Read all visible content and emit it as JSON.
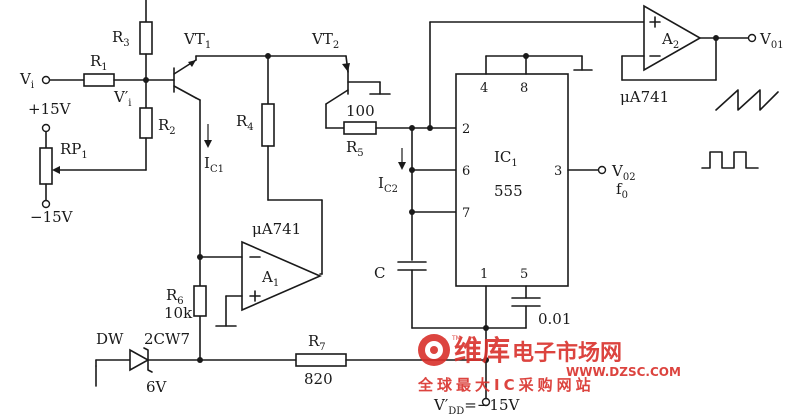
{
  "labels": {
    "vi": "V",
    "vi_sub": "i",
    "vip": "V′",
    "vip_sub": "i",
    "r1": "R",
    "r1_sub": "1",
    "r2": "R",
    "r2_sub": "2",
    "r3": "R",
    "r3_sub": "3",
    "r4": "R",
    "r4_sub": "4",
    "r5": "R",
    "r5_sub": "5",
    "r5_val": "100",
    "r6": "R",
    "r6_sub": "6",
    "r6_val": "10k",
    "r7": "R",
    "r7_sub": "7",
    "r7_val": "820",
    "vt1": "VT",
    "vt1_sub": "1",
    "vt2": "VT",
    "vt2_sub": "2",
    "ic1_lbl": "I",
    "ic1_sub": "C1",
    "ic2_lbl": "I",
    "ic2_sub": "C2",
    "plus15": "+15V",
    "minus15": "−15V",
    "rp1": "RP",
    "rp1_sub": "1",
    "a1": "A",
    "a1_sub": "1",
    "a1_type": "μA741",
    "a2": "A",
    "a2_sub": "2",
    "a2_type": "μA741",
    "ic_name": "IC",
    "ic_name_sub": "1",
    "ic_type": "555",
    "pin4": "4",
    "pin8": "8",
    "pin2": "2",
    "pin6": "6",
    "pin7": "7",
    "pin3": "3",
    "pin1": "1",
    "pin5": "5",
    "vo1": "V",
    "vo1_sub": "01",
    "vo2": "V",
    "vo2_sub": "02",
    "f0": "f",
    "f0_sub": "0",
    "cap_c": "C",
    "cap_001": "0.01",
    "dw": "DW",
    "dw_type": "2CW7",
    "dw_val": "6V",
    "vdd": "V′",
    "vdd_sub": "DD",
    "vdd_val": "=−15V"
  },
  "watermark": {
    "brand": "维库",
    "tagline": "电子市场网",
    "url": "WWW.DZSC.COM",
    "subtitle": "全球最大IC采购网站",
    "tm": "TM"
  }
}
